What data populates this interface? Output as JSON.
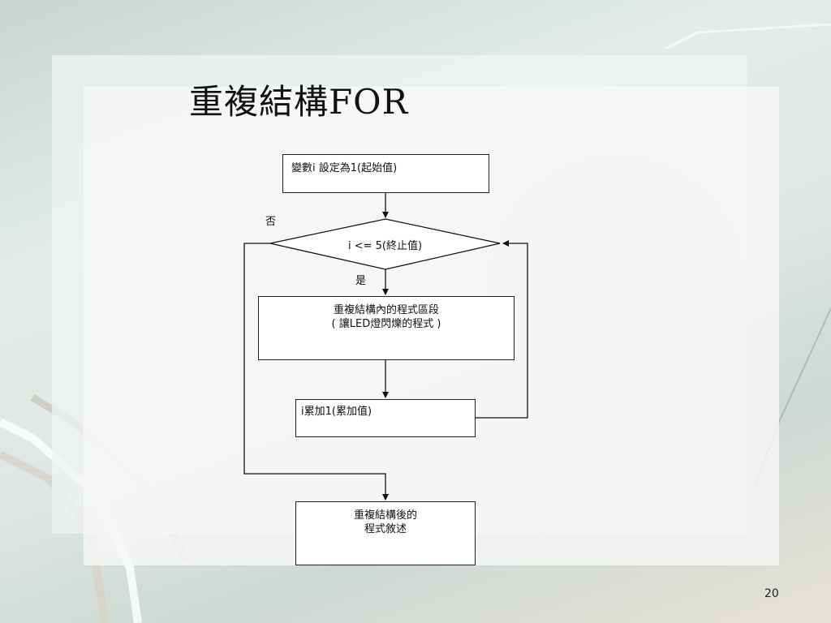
{
  "slide": {
    "title": "重複結構FOR",
    "page_number": "20"
  },
  "flowchart": {
    "init_box": "變數i 設定為1(起始值)",
    "decision": "i <= 5(終止值)",
    "no_label": "否",
    "yes_label": "是",
    "body_box": [
      "重複結構內的程式區段",
      "( 讓LED燈閃爍的程式 )"
    ],
    "increment_box": "i累加1(累加值)",
    "after_box": [
      "重複結構後的",
      "程式敘述"
    ]
  }
}
